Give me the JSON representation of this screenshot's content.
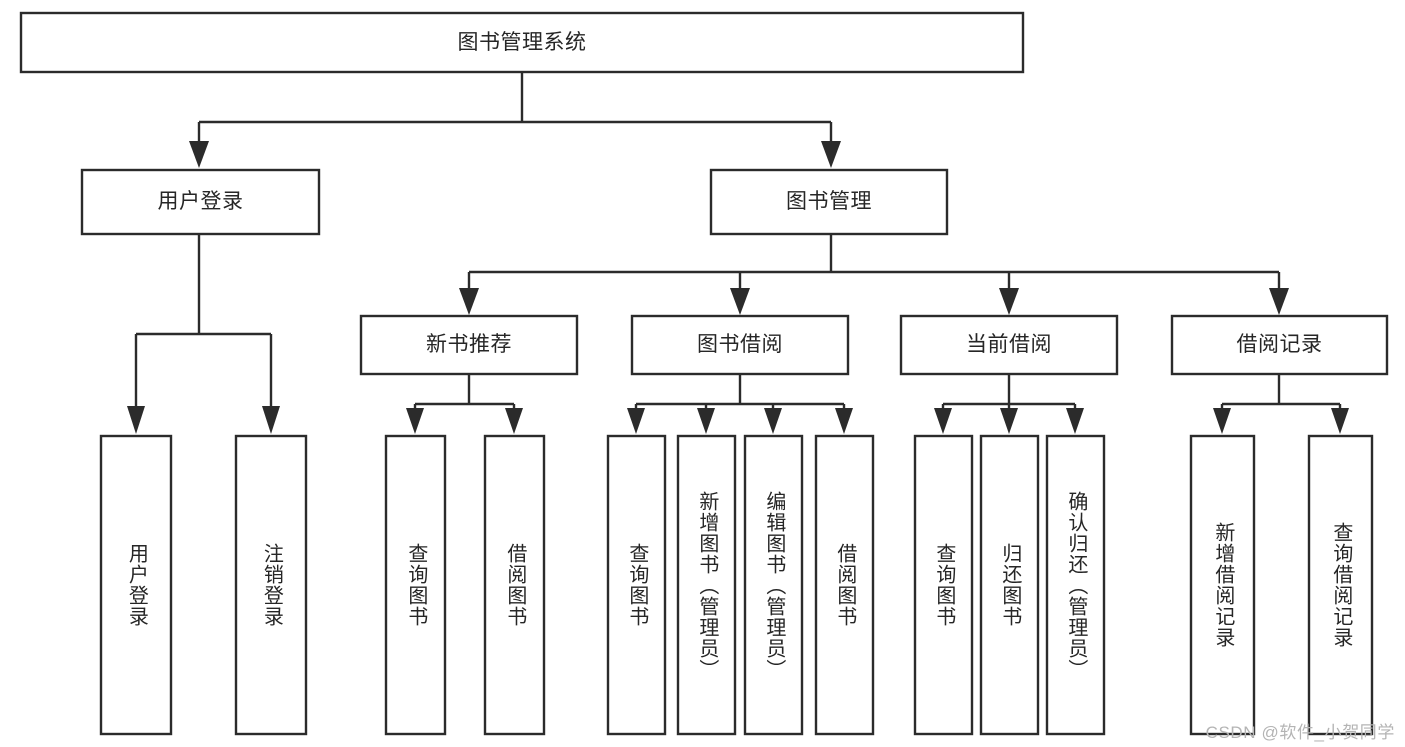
{
  "diagram": {
    "title": "图书管理系统",
    "type": "tree",
    "root": {
      "label": "图书管理系统",
      "level": 0
    },
    "level1": [
      {
        "label": "用户登录"
      },
      {
        "label": "图书管理"
      }
    ],
    "level2": [
      {
        "label": "新书推荐"
      },
      {
        "label": "图书借阅"
      },
      {
        "label": "当前借阅"
      },
      {
        "label": "借阅记录"
      }
    ],
    "leaves_user_login": [
      {
        "label": "用户登录"
      },
      {
        "label": "注销登录"
      }
    ],
    "leaves_new_book": [
      {
        "label": "查询图书"
      },
      {
        "label": "借阅图书"
      }
    ],
    "leaves_borrow": [
      {
        "label": "查询图书"
      },
      {
        "label": "新增图书（管理员）"
      },
      {
        "label": "编辑图书（管理员）"
      },
      {
        "label": "借阅图书"
      }
    ],
    "leaves_current": [
      {
        "label": "查询图书"
      },
      {
        "label": "归还图书"
      },
      {
        "label": "确认归还（管理员）"
      }
    ],
    "leaves_record": [
      {
        "label": "新增借阅记录"
      },
      {
        "label": "查询借阅记录"
      }
    ],
    "colors": {
      "box_stroke": "#2b2b2b",
      "box_fill": "#ffffff",
      "text": "#262626",
      "watermark": "#b4b4b4",
      "background": "#ffffff"
    }
  },
  "watermark": {
    "text": "CSDN @软件_小贺同学"
  }
}
